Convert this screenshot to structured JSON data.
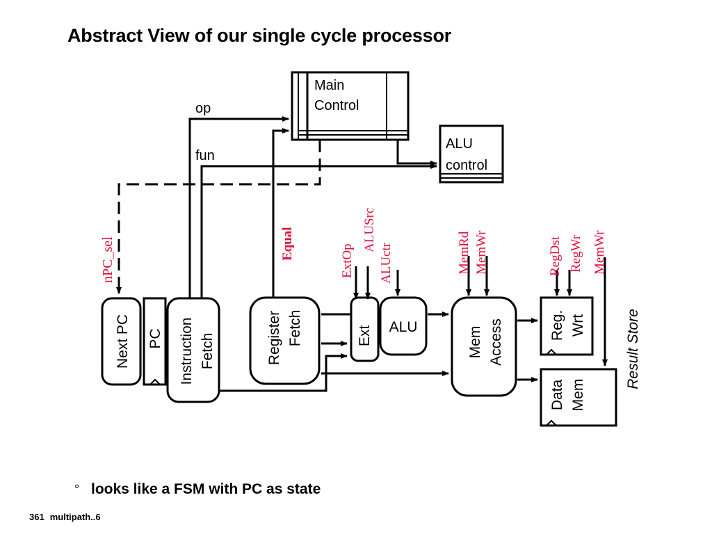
{
  "slide": {
    "title": "Abstract View of our single cycle processor",
    "bullet_symbol": "°",
    "bullet_text": "looks like a FSM with PC as state",
    "footer_number": "361",
    "footer_label": "multipath..6"
  },
  "colors": {
    "signal_red": "#e0103c",
    "line_black": "#000000"
  },
  "blocks": {
    "main_control": {
      "line1": "Main",
      "line2": "Control"
    },
    "alu_control": {
      "line1": "ALU",
      "line2": "control"
    },
    "next_pc": "Next PC",
    "pc": "PC",
    "instruction_fetch": {
      "line1": "Instruction",
      "line2": "Fetch"
    },
    "register_fetch": {
      "line1": "Register",
      "line2": "Fetch"
    },
    "ext": "Ext",
    "alu": "ALU",
    "mem_access": {
      "line1": "Mem",
      "line2": "Access"
    },
    "reg_wrt": {
      "line1": "Reg.",
      "line2": "Wrt"
    },
    "data_mem": {
      "line1": "Data",
      "line2": "Mem"
    },
    "result_store": "Result Store"
  },
  "wire_labels": {
    "op": "op",
    "fun": "fun"
  },
  "control_signals": {
    "npc_sel": "nPC_sel",
    "equal": "Equal",
    "extop": "ExtOp",
    "alusrc": "ALUSrc",
    "aluctr": "ALUctr",
    "memrd": "MemRd",
    "memwr": "MemWr",
    "regdst": "RegDst",
    "regwr": "RegWr",
    "memwr2": "MemWr"
  }
}
